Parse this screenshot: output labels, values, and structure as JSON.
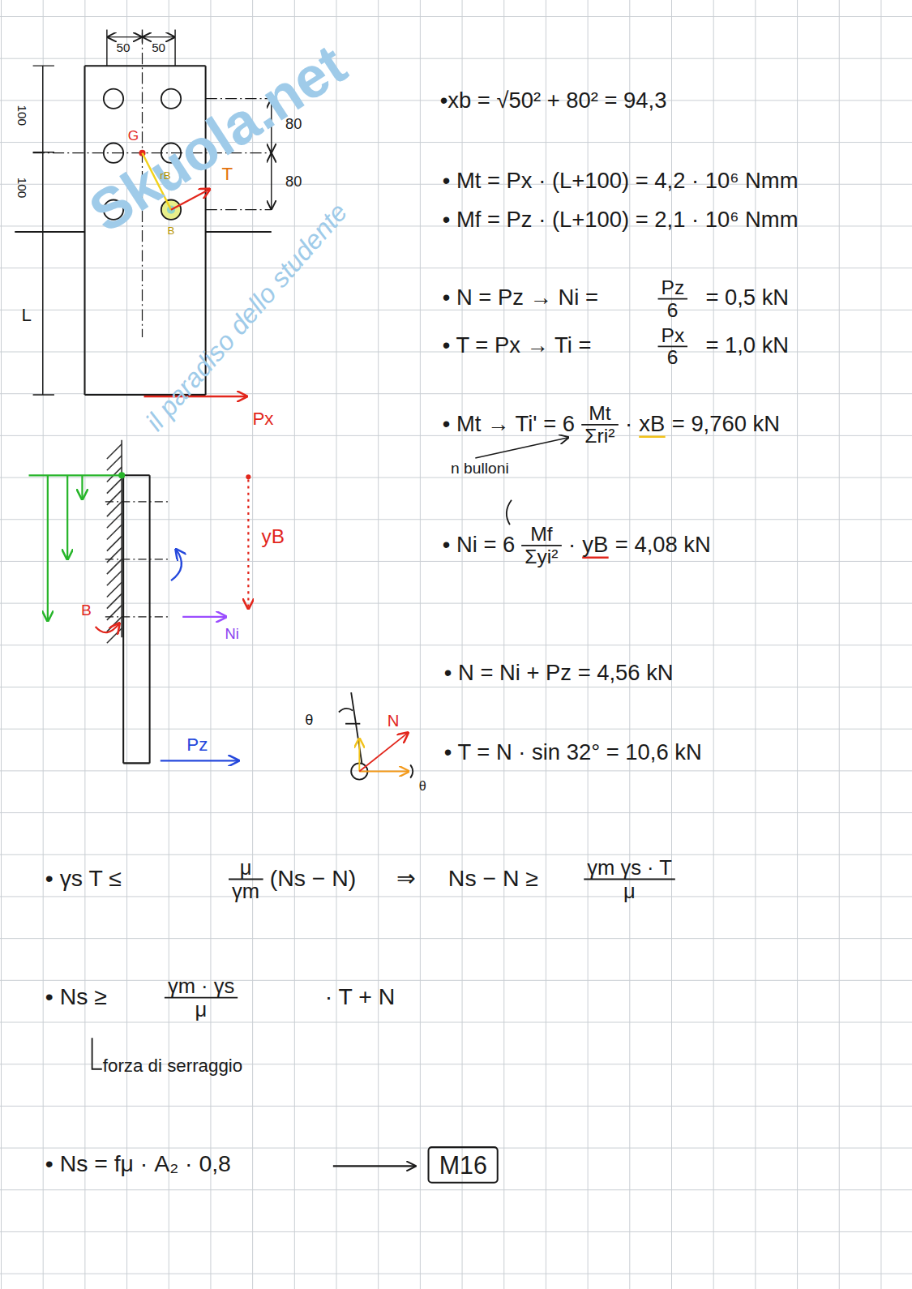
{
  "diagram": {
    "nodes": [
      {
        "text": [
          "M16"
        ]
      }
    ],
    "labels": [
      "Skuola.net",
      "il paradiso dello studente",
      "50",
      "50",
      "100",
      "100",
      "80",
      "80",
      "L",
      "G",
      "rB",
      "T",
      "B",
      "Px",
      "yB",
      "B",
      "Ni",
      "Pz",
      "θ",
      "N",
      "θ",
      "•xb = √50² + 80² = 94,3",
      "• Mt = Px · (L+100) = 4,2 · 10⁶ Nmm",
      "• Mf = Pz · (L+100) = 2,1 · 10⁶ Nmm",
      "• N = Pz → Ni =",
      "Pz",
      "6",
      "= 0,5 kN",
      "• T = Px → Ti =",
      "Px",
      "6",
      "= 1,0 kN",
      "• Mt → Ti' = 6",
      "Mt",
      "Σri²",
      "·",
      "xB",
      "= 9,760 kN",
      "n bulloni",
      "• Ni = 6",
      "Mf",
      "Σyi²",
      "·",
      "yB",
      "= 4,08 kN",
      "• N = Ni + Pz = 4,56 kN",
      "• T = N · sin 32° = 10,6 kN",
      "• γs T ≤",
      "μ",
      "γm",
      "(Ns − N)",
      "⇒",
      "Ns − N ≥",
      "γm γs · T",
      "μ",
      "• Ns ≥",
      "γm · γs",
      "μ",
      "· T + N",
      "forza di serraggio",
      "• Ns = fμ · A₂ · 0,8"
    ]
  }
}
